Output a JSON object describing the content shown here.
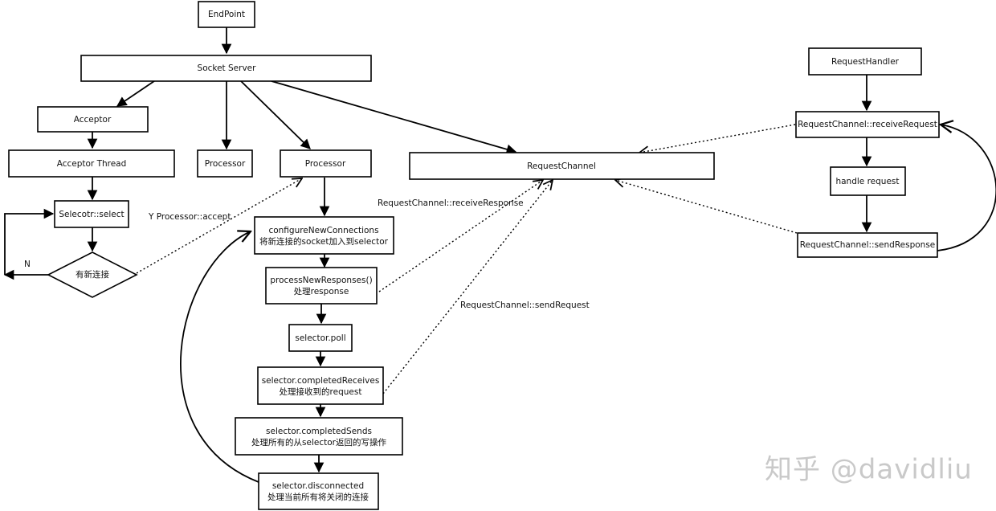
{
  "nodes": {
    "endpoint": "EndPoint",
    "socket_server": "Socket Server",
    "acceptor": "Acceptor",
    "acceptor_thread": "Acceptor Thread",
    "processor_a": "Processor",
    "processor_b": "Processor",
    "selector_select": "Selecotr::select",
    "decision_new_conn": "有新连接",
    "configure": [
      "configureNewConnections",
      "将新连接的socket加入到selector"
    ],
    "process_responses": [
      "processNewResponses()",
      "处理response"
    ],
    "selector_poll": "selector.poll",
    "completed_receives": [
      "selector.completedReceives",
      "处理接收到的request"
    ],
    "completed_sends": [
      "selector.completedSends",
      "处理所有的从selector返回的写操作"
    ],
    "disconnected": [
      "selector.disconnected",
      "处理当前所有将关闭的连接"
    ],
    "request_channel": "RequestChannel",
    "request_handler": "RequestHandler",
    "rc_receive_request": "RequestChannel::receiveRequest",
    "handle_request": "handle request",
    "rc_send_response": "RequestChannel::sendResponse"
  },
  "edge_labels": {
    "yes_accept": "Y Processor::accept",
    "no": "N",
    "receive_response": "RequestChannel::receiveResponse",
    "send_request": "RequestChannel::sendRequest"
  },
  "watermark": "知乎 @davidliu"
}
